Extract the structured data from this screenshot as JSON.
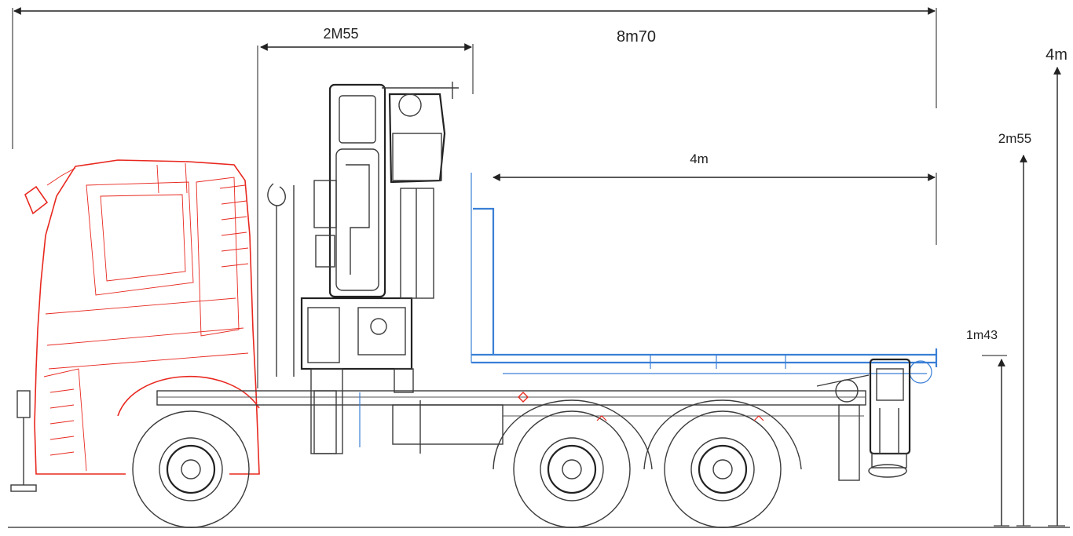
{
  "dimensions": {
    "overall_length": "8m70",
    "crane_reach": "2M55",
    "body_length": "4m",
    "total_height": "4m",
    "body_height": "2m55",
    "platform_height": "1m43"
  },
  "colors": {
    "cab": "#e8281f",
    "body": "#3a7fd5",
    "lines": "#222222"
  }
}
